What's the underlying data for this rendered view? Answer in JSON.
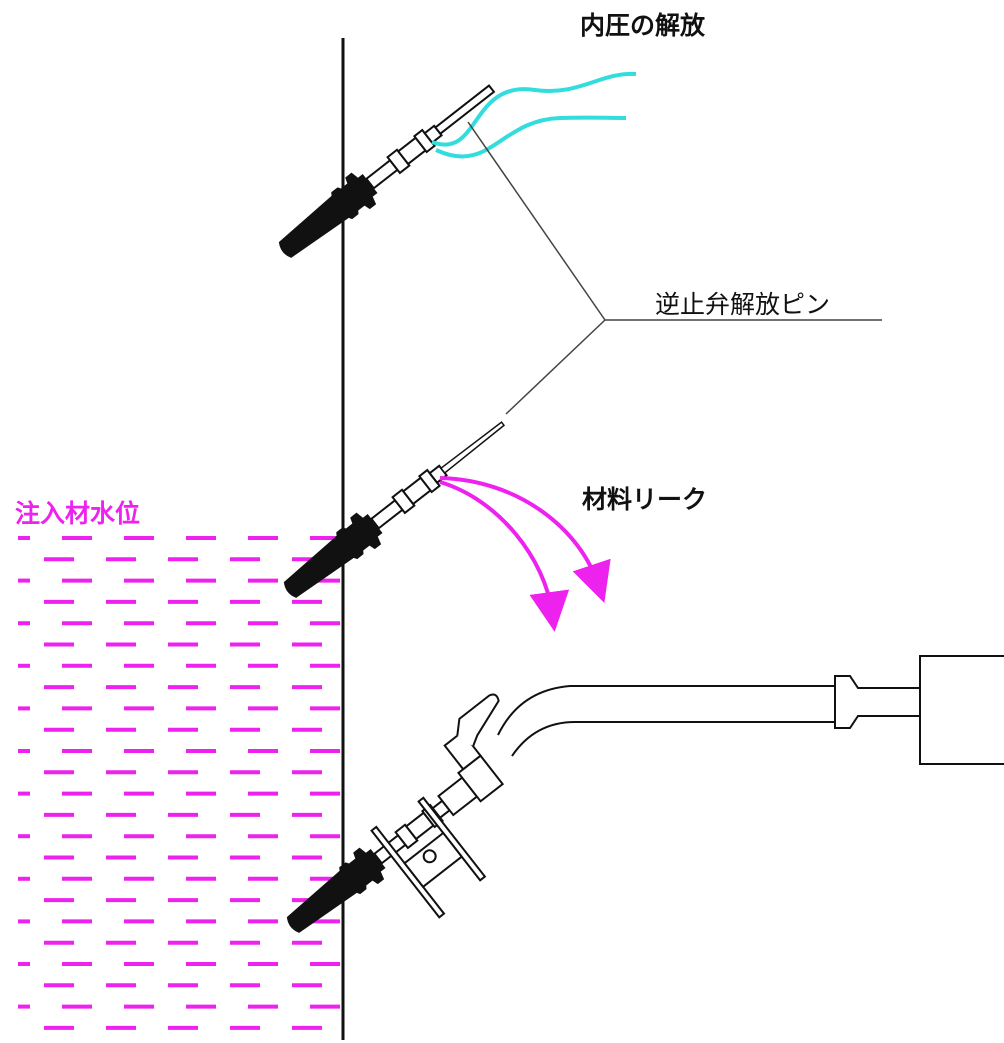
{
  "labels": {
    "pressure_release": "内圧の解放",
    "check_valve_pin": "逆止弁解放ピン",
    "material_leak": "材料リーク",
    "injection_level": "注入材水位"
  },
  "colors": {
    "release_flow": "#33dddd",
    "leak_flow": "#ee22ee",
    "water_dashes": "#ee22ee",
    "line": "#111111"
  }
}
